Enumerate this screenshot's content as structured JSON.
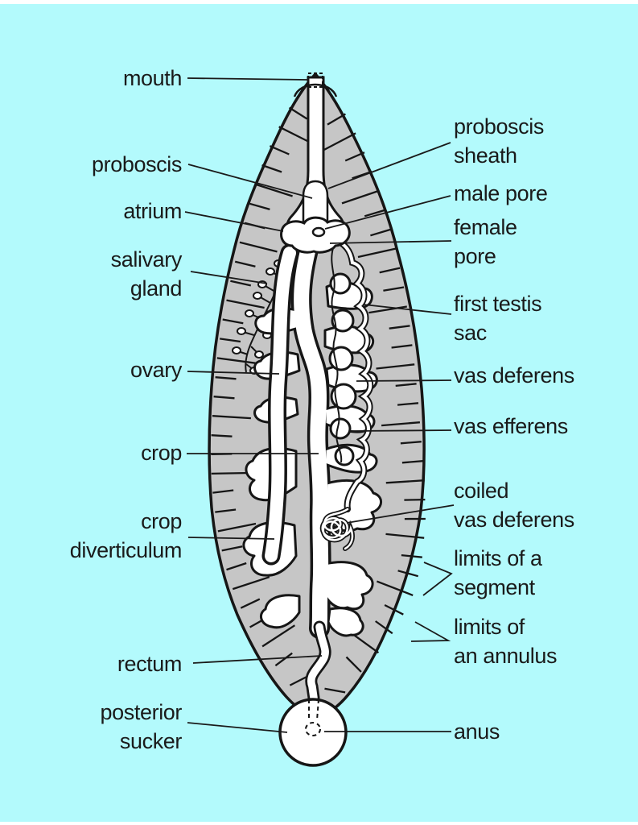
{
  "figure": {
    "subject": "leech internal anatomy diagram",
    "colors": {
      "background": "#b3fafc",
      "body_gray": "#c6c6c6",
      "organ_white": "#ffffff",
      "outline_black": "#161616",
      "text": "#1a1a1a",
      "page_margin_white": "#ffffff"
    },
    "labels": {
      "left": {
        "mouth": "mouth",
        "proboscis": "proboscis",
        "atrium": "atrium",
        "salivary_gland": "salivary\ngland",
        "ovary": "ovary",
        "crop": "crop",
        "crop_diverticulum": "crop\ndiverticulum",
        "rectum": "rectum",
        "posterior_sucker": "posterior\nsucker"
      },
      "right": {
        "proboscis_sheath": "proboscis\nsheath",
        "male_pore": "male pore",
        "female_pore": "female\npore",
        "first_testis_sac": "first testis\nsac",
        "vas_deferens": "vas deferens",
        "vas_efferens": "vas efferens",
        "coiled_vas_deferens": "coiled\nvas deferens",
        "limits_of_a_segment": "limits of a\nsegment",
        "limits_of_an_annulus": "limits of\nan annulus",
        "anus": "anus"
      }
    }
  }
}
